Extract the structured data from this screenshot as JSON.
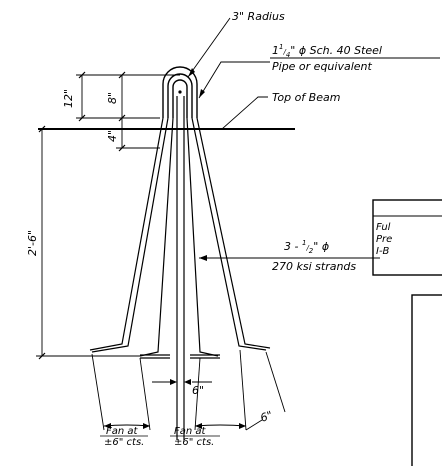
{
  "annotations": {
    "radius": "3\" Radius",
    "pipe_line1_whole": "1",
    "pipe_line1_num": "1",
    "pipe_line1_den": "4",
    "pipe_line1_rest": "\" ϕ Sch. 40 Steel",
    "pipe_line2": "Pipe or equivalent",
    "top_of_beam": "Top of Beam",
    "strands_line1_prefix": "3 - ",
    "strands_line1_num": "1",
    "strands_line1_den": "2",
    "strands_line1_rest": "\" ϕ",
    "strands_line2": "270 ksi strands"
  },
  "dimensions": {
    "dim_12": "12\"",
    "dim_8": "8\"",
    "dim_4": "4\"",
    "dim_2_6": "2'-6\"",
    "dim_6_center": "6\"",
    "dim_6_right": "6\""
  },
  "fan_notes": {
    "left_line1": "Fan at",
    "left_line2": "±6\" cts.",
    "right_line1": "Fan at",
    "right_line2": "±6\" cts."
  },
  "side_box": {
    "line1": "Ful",
    "line2": "Pre",
    "line3": "I-B"
  },
  "colors": {
    "ink": "#000000",
    "paper": "#ffffff"
  }
}
